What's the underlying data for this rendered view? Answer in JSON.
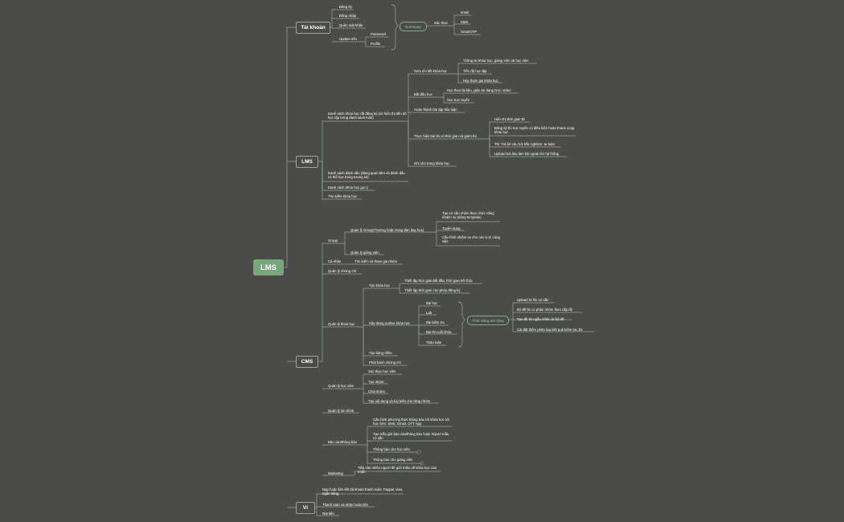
{
  "root": "LMS",
  "branches": {
    "tai_khoan": "Tài khoản",
    "lms": "LMS",
    "cms": "CMS",
    "vi": "Ví"
  },
  "tai_khoan": {
    "dang_ky": "Đăng ký",
    "dang_nhap": "Đăng nhập",
    "quen_mat_khau": "Quên mật khẩu",
    "update_info": "Update info",
    "password": "Password",
    "profile": "Profile",
    "summary": "Summary",
    "xac_thuc": "Xác thực",
    "email": "email",
    "sms": "SMS",
    "smartotp": "SmartOTP"
  },
  "lms": {
    "ds_dang_ky": "Danh sách khóa học đã đăng ký (có hiển thị tiến độ học tập trong danh sách luôn)",
    "xem_chi_tiet": "Xem chi tiết khóa học",
    "thong_tin": "Thông tin khóa học, giảng viên và học viên",
    "tien_do": "Tiến độ học tập",
    "huy_tham_gia": "Hủy tham gia khóa học",
    "bat_dau": "Bắt đầu học",
    "hoc_theo_tai_lieu": "Học theo tài liệu, giáo án dạng Doc, video",
    "hoc_truc_tuyen": "Học trực tuyến",
    "hoan_thanh": "Hoàn thành bài tập tiểu luận",
    "thuc_hien_thi": "Thực hiện bài thi có thời gian và giám thị",
    "hien_thi_tg": "Hiển thị thời gian thi",
    "dang_ky_thi": "Đăng ký thi trực tuyến có điều kiện hoàn thành xong khóa học",
    "thi_tra_loi": "Thi: Trả lời câu hỏi trắc nghiệm, tự luận",
    "upload_bai": "Upload bài liệu làm bài ngoài lên hệ thống",
    "ghi_chu": "Ghi chú trong khóa học",
    "ds_danh_dau": "Danh sách đánh dấu (đang quan tâm và đánh dấu có thể học trong tương lai)",
    "ds_goi_y": "Danh sách khóa học gợi ý",
    "tim_kiem": "Tìm kiếm khóa học"
  },
  "cms": {
    "group": "Group",
    "ql_group": "Quản lý Group(Trường hoặc trung tâm dạy học)",
    "tao_co_cau": "Tạo cơ cấu nhóm theo chức năng nhiệm vụ (dùng template)",
    "tuyen_dung": "Tuyển dụng",
    "cau_hinh_nv": "Cấu hình nhiệm vụ cho các vị trí công việc",
    "ql_giang_vien": "Quản lý giảng viên",
    "ca_nhan": "Cá nhân",
    "tim_kiem_nhom": "Tìm kiếm và tham gia nhóm",
    "ql_chung_chi": "Quản lý chứng chỉ",
    "ql_khoa_hoc": "Quản lý khóa học",
    "tao_khoa_hoc": "Tạo khóa học",
    "thiet_lap_tg": "Thiết lập thời gian bắt đầu, thời gian kết thúc",
    "thiet_lap_dk": "Thiết lập thời gian cho phép đăng ký",
    "xay_dung_outline": "Xây dựng outline khóa học",
    "bai_hoc": "Bài học",
    "lab": "Lab",
    "bai_kiem_tra": "Bài kiểm tra",
    "bai_thi_cuoi": "Bài thi cuối khóa",
    "thao_luan": "Thảo luận",
    "tinh_nang": "Tính năng mở rộng",
    "upload_file": "Upload từ file có sẵn",
    "bo_de_thi": "Bộ đề thi có phân nhóm theo cấp độ",
    "tao_de_thi": "Tạo đề thi ngẫu nhiên từ bộ đề",
    "cai_dat_diem": "Cài đặt điểm phân loại kết quả kiểm tra, thi",
    "tao_bang_diem": "Tạo bảng điểm",
    "phat_hanh_cc": "Phát hành chứng chỉ",
    "ql_hoc_vien": "Quản lý học viên",
    "xac_thuc_hv": "Xác thực học viên",
    "tao_nhom": "Tạo nhóm",
    "chia_nhom": "Chia nhóm",
    "tao_noi_dung": "Tạo nội dung và tùy biến cho từng nhóm",
    "ql_tai_chinh": "Quản lý tài chính",
    "bao_cao": "Báo cáo/thông báo",
    "cau_hinh_pt": "Cấu hình phương thức thông báo tới khóa học tới học viên: SMS, Email, OTT App",
    "tao_mau": "Tạo mẫu gửi báo cáo/thông báo hoặc import mẫu có sẵn",
    "tb_hoc_vien": "Thông báo cho học viên",
    "tb_giang_vien": "Thông báo cho giảng viên",
    "marketing": "Marketing",
    "tiep_can": "Tiếp cận nhiều người để giới thiệu về khóa học của mình"
  },
  "vi": {
    "nap_hoac": "Nạp hoặc liên kết tài khoản thanh toán: Paypal, visa, ngân hàng.",
    "thanh_toan": "Thanh toán và nhận hoàn tiền",
    "rut_tien": "Rút tiền"
  },
  "colors": {
    "background": "#4b4c4a",
    "root_fill": "#78a77c",
    "summary_green": "#7fb07f",
    "line": "#9aa39a"
  }
}
